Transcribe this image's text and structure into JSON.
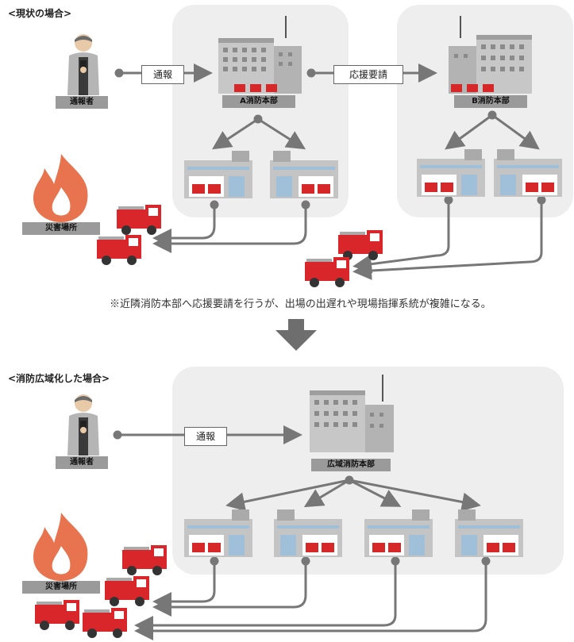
{
  "current": {
    "title": "<現状の場合>",
    "reporter_label": "通報者",
    "report_arrow": "通報",
    "hq_a_label": "A消防本部",
    "request_arrow": "応援要請",
    "hq_b_label": "B消防本部",
    "disaster_label": "災害場所"
  },
  "note": "※近隣消防本部へ応援要請を行うが、出場の出遅れや現場指揮系統が複雑になる。",
  "wide": {
    "title": "<消防広域化した場合>",
    "reporter_label": "通報者",
    "report_arrow": "通報",
    "hq_label": "広域消防本部",
    "disaster_label": "災害場所"
  },
  "colors": {
    "zone": "#eeeeee",
    "label_bg": "#9a9a9a",
    "arrow": "#777777",
    "flame": "#e8744f",
    "truck": "#d9262b"
  }
}
